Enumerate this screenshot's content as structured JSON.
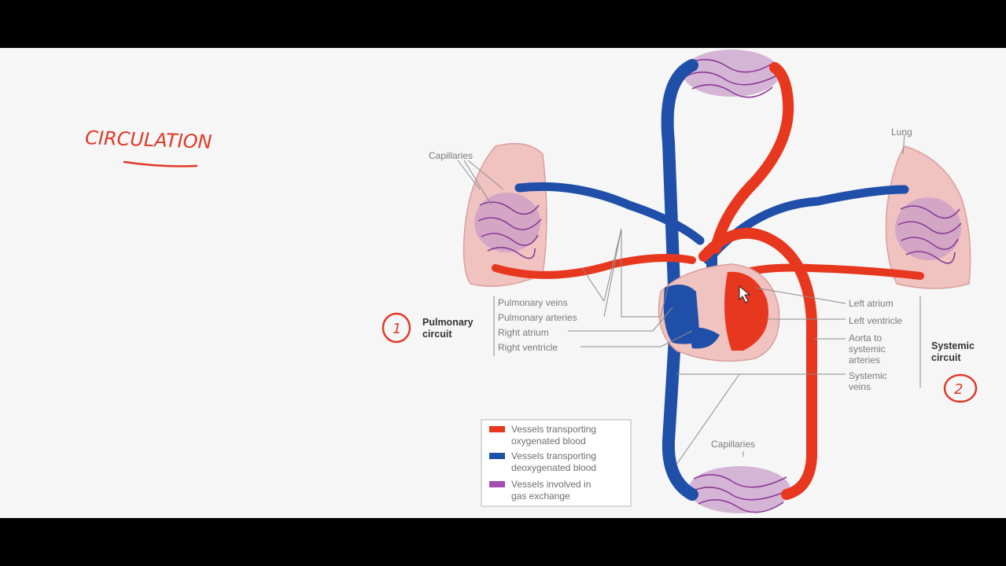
{
  "handwriting": {
    "title": "CIRCULATION",
    "mark_1": "1",
    "mark_2": "2"
  },
  "labels": {
    "capillaries_top": "Capillaries",
    "capillaries_bottom": "Capillaries",
    "lung": "Lung",
    "pulmonary_circuit_line1": "Pulmonary",
    "pulmonary_circuit_line2": "circuit",
    "pulmonary_veins": "Pulmonary veins",
    "pulmonary_arteries": "Pulmonary arteries",
    "right_atrium": "Right atrium",
    "right_ventricle": "Right ventricle",
    "left_atrium": "Left atrium",
    "left_ventricle": "Left ventricle",
    "aorta_line1": "Aorta to",
    "aorta_line2": "systemic",
    "aorta_line3": "arteries",
    "systemic_veins_line1": "Systemic",
    "systemic_veins_line2": "veins",
    "systemic_circuit_line1": "Systemic",
    "systemic_circuit_line2": "circuit"
  },
  "legend": {
    "items": [
      {
        "line1": "Vessels transporting",
        "line2": "oxygenated blood",
        "color": "#e8371f"
      },
      {
        "line1": "Vessels transporting",
        "line2": "deoxygenated blood",
        "color": "#1f4fa8"
      },
      {
        "line1": "Vessels involved in",
        "line2": "gas exchange",
        "color": "#a24fb0"
      }
    ]
  },
  "colors": {
    "oxygenated": "#e8371f",
    "deoxygenated": "#1f4fa8",
    "gas_exchange": "#a24fb0",
    "lung_tissue": "#f0c2c0",
    "handwriting": "#e03a2a"
  }
}
